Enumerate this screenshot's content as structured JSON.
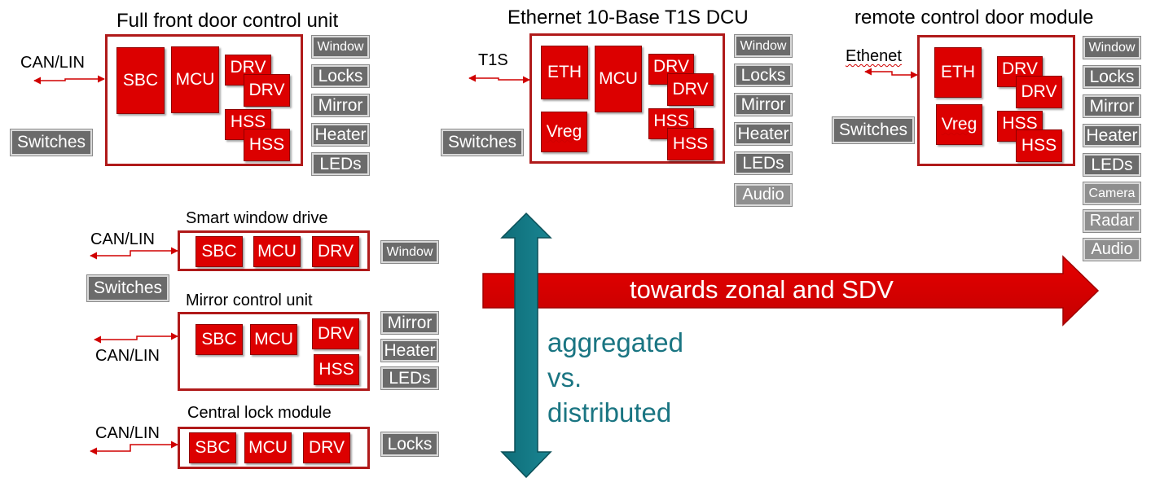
{
  "full_front": {
    "title": "Full front door control unit",
    "bus": "CAN/LIN",
    "chips": [
      "SBC",
      "MCU",
      "DRV",
      "DRV",
      "HSS",
      "HSS"
    ],
    "switches": "Switches",
    "outputs": [
      "Window",
      "Locks",
      "Mirror",
      "Heater",
      "LEDs"
    ]
  },
  "ethernet_dcu": {
    "title": "Ethernet 10-Base T1S DCU",
    "bus": "T1S",
    "chips": [
      "ETH",
      "MCU",
      "DRV",
      "DRV",
      "Vreg",
      "HSS",
      "HSS"
    ],
    "switches": "Switches",
    "outputs": [
      "Window",
      "Locks",
      "Mirror",
      "Heater",
      "LEDs",
      "Audio"
    ]
  },
  "remote_module": {
    "title": "remote control door module",
    "bus": "Ethenet",
    "chips": [
      "ETH",
      "DRV",
      "DRV",
      "Vreg",
      "HSS",
      "HSS"
    ],
    "switches": "Switches",
    "outputs": [
      "Window",
      "Locks",
      "Mirror",
      "Heater",
      "LEDs",
      "Camera",
      "Radar",
      "Audio"
    ]
  },
  "smart_window": {
    "title": "Smart window drive",
    "bus": "CAN/LIN",
    "chips": [
      "SBC",
      "MCU",
      "DRV"
    ],
    "outputs": [
      "Window"
    ]
  },
  "distributed_switches": "Switches",
  "mirror_unit": {
    "title": "Mirror control unit",
    "bus": "CAN/LIN",
    "chips": [
      "SBC",
      "MCU",
      "DRV",
      "HSS"
    ],
    "outputs": [
      "Mirror",
      "Heater",
      "LEDs"
    ]
  },
  "lock_module": {
    "title": "Central lock module",
    "bus": "CAN/LIN",
    "chips": [
      "SBC",
      "MCU",
      "DRV"
    ],
    "outputs": [
      "Locks"
    ]
  },
  "arrows": {
    "horizontal_label": "towards zonal and SDV",
    "vertical_label_lines": [
      "aggregated",
      "vs.",
      "distributed"
    ]
  },
  "colors": {
    "chip_red": "#dc0000",
    "frame_red": "#b01a1a",
    "output_gray": "#6b6b6b",
    "teal": "#1a7582",
    "bus_arrow": "#d00000"
  }
}
